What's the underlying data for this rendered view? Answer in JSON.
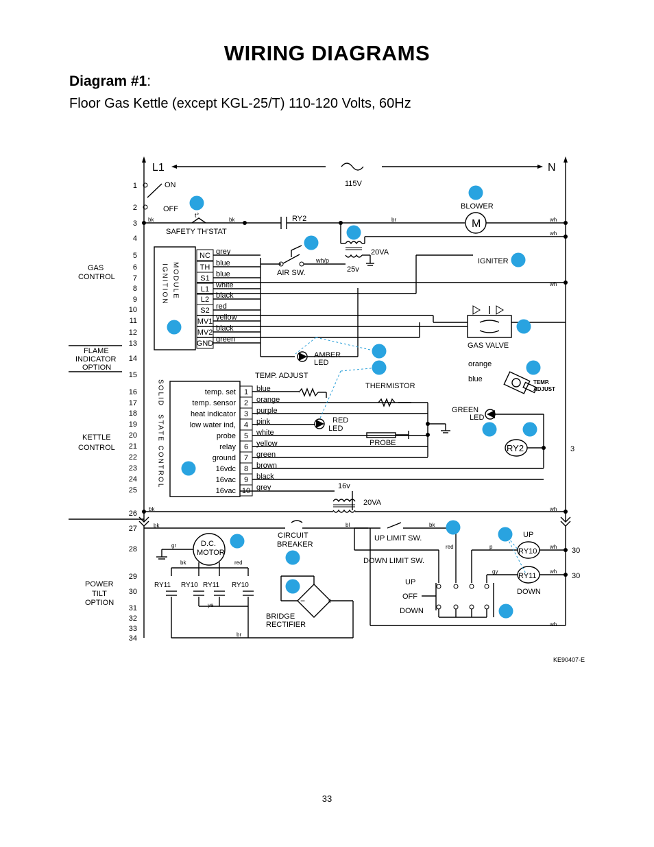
{
  "title": "WIRING DIAGRAMS",
  "heading": {
    "label": "Diagram #1",
    "suffix": ":"
  },
  "subtitle": "Floor Gas Kettle (except KGL-25/T) 110-120 Volts, 60Hz",
  "page_number": "33",
  "drawing_code": "KE90407-E",
  "rails": {
    "left": "L1",
    "right": "N",
    "supply": "115V"
  },
  "line_numbers": [
    "1",
    "2",
    "3",
    "4",
    "5",
    "6",
    "7",
    "8",
    "9",
    "10",
    "11",
    "12",
    "13",
    "14",
    "15",
    "16",
    "17",
    "18",
    "19",
    "20",
    "21",
    "22",
    "23",
    "24",
    "25",
    "26",
    "27",
    "28",
    "29",
    "30",
    "31",
    "32",
    "33",
    "34"
  ],
  "right_line_refs": [
    "3",
    "30",
    "30"
  ],
  "switch": {
    "on": "ON",
    "off": "OFF"
  },
  "sections": {
    "gas_control": "GAS\nCONTROL",
    "flame_option": "FLAME\nINDICATOR\nOPTION",
    "kettle_control": "KETTLE\nCONTROL",
    "power_tilt": "POWER\nTILT\nOPTION"
  },
  "ignition_module": {
    "label_left": "IGNITION",
    "label_right": "MODULE",
    "terminals": [
      "NC",
      "TH",
      "S1",
      "L1",
      "L2",
      "S2",
      "MV1",
      "MV2",
      "GND"
    ],
    "wires": [
      "grey",
      "blue",
      "blue",
      "white",
      "black",
      "red",
      "yellow",
      "black",
      "green"
    ]
  },
  "solid_state": {
    "label_left": "SOLID",
    "label_right": "STATE CONTROL",
    "functions": [
      "temp. set",
      "temp. sensor",
      "heat indicator",
      "low water ind,",
      "probe",
      "relay",
      "ground",
      "16vdc",
      "16vac",
      "16vac"
    ],
    "pins": [
      "1",
      "2",
      "3",
      "4",
      "5",
      "6",
      "7",
      "8",
      "9",
      "10"
    ],
    "wires": [
      "blue",
      "orange",
      "purple",
      "pink",
      "white",
      "yellow",
      "green",
      "brown",
      "black",
      "grey"
    ]
  },
  "components": {
    "safety_thstat": "SAFETY  TH'STAT",
    "t_deg": "t°",
    "ry2": "RY2",
    "blower": "BLOWER",
    "motor": "M",
    "transformer_20va": "20VA",
    "v25": "25v",
    "v16": "16v",
    "air_sw": "AIR  SW.",
    "igniter": "IGNITER",
    "gas_valve": "GAS  VALVE",
    "amber_led": "AMBER\nLED",
    "temp_adjust": "TEMP.  ADJUST",
    "thermistor": "THERMISTOR",
    "red_led": "RED\nLED",
    "probe": "PROBE",
    "green_led": "GREEN\nLED",
    "orange": "orange",
    "blue": "blue",
    "temp_adjust_knob": "TEMP.\nADJUST",
    "circuit_breaker": "CIRCUIT\nBREAKER",
    "dc_motor": "D.C.\nMOTOR",
    "up_limit": "UP  LIMIT  SW.",
    "down_limit": "DOWN  LIMIT  SW.",
    "up": "UP",
    "off": "OFF",
    "down": "DOWN",
    "bridge_rectifier": "BRIDGE\nRECTIFIER",
    "ry10": "RY10",
    "ry11": "RY11",
    "relay_row": [
      "RY11",
      "RY10",
      "RY11",
      "RY10"
    ]
  },
  "wire_abbr": {
    "bk": "bk",
    "wh": "wh",
    "br": "br",
    "wh_p": "wh/p",
    "bl": "bl",
    "red": "red",
    "p": "p",
    "gy": "gy",
    "gr": "gr",
    "ye": "ye"
  },
  "colors": {
    "marker": "#29a3e0",
    "line": "#000000",
    "leader": "#2a9fd8"
  }
}
